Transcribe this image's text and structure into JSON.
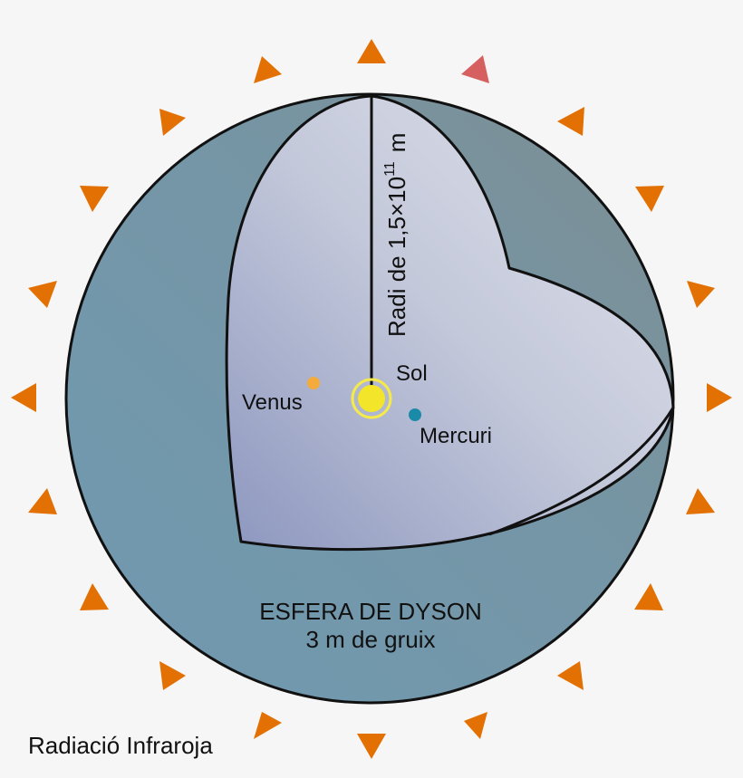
{
  "title": "ESFERA DE DYSON",
  "subtitle": "3 m de gruix",
  "radius_label": "Radi de 1,5×10",
  "radius_exponent": "11",
  "radius_unit": "m",
  "bodies": {
    "sun": {
      "label": "Sol",
      "color": "#f2e52a",
      "ring_color": "#f5ea4a"
    },
    "venus": {
      "label": "Venus",
      "color": "#f4ab3c"
    },
    "mercury": {
      "label": "Mercuri",
      "color": "#1a8aa9"
    }
  },
  "legend": {
    "radiation_label": "Radiació Infraroja"
  },
  "colors": {
    "background": "#f6f6f6",
    "shell_outer": "#7098b0",
    "shell_dark": "#7b9096",
    "interior_light": "#dde0ea",
    "interior_dark": "#8f9ac0",
    "radiation": "#e37003",
    "radiation_highlight": "#d65f5f",
    "outline": "#111111"
  }
}
